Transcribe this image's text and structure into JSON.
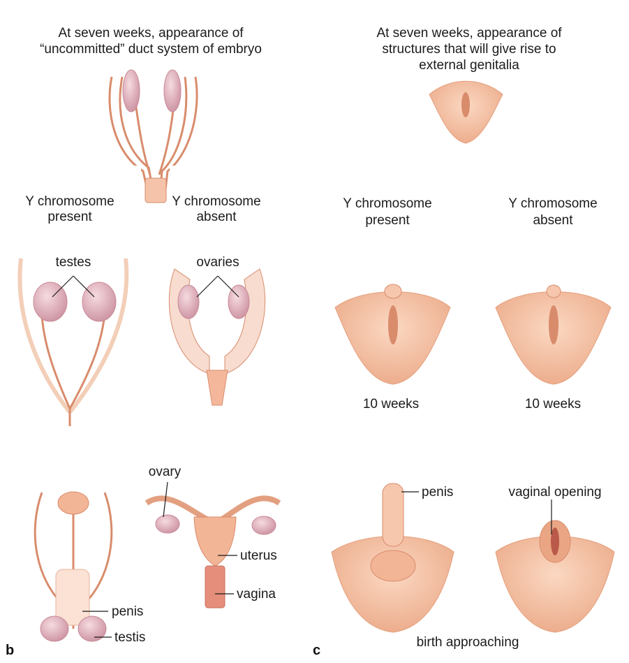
{
  "colors": {
    "background": "#a9cde9",
    "arrow": "#ffffff",
    "tissue": "#f2b596",
    "tissue_dark": "#d98c6c",
    "gonad": "#e9b9c3",
    "leader_line": "#1b1b1b"
  },
  "panel_b": {
    "letter": "b",
    "title_line1": "At seven weeks, appearance of",
    "title_line2": "“uncommitted” duct system of embryo",
    "left_branch_line1": "Y chromosome",
    "left_branch_line2": "present",
    "right_branch_line1": "Y chromosome",
    "right_branch_line2": "absent",
    "label_testes": "testes",
    "label_ovaries": "ovaries",
    "label_ovary": "ovary",
    "label_uterus": "uterus",
    "label_vagina": "vagina",
    "label_penis": "penis",
    "label_testis": "testis"
  },
  "panel_c": {
    "letter": "c",
    "title_line1": "At seven weeks, appearance of",
    "title_line2": "structures that will give rise to",
    "title_line3": "external genitalia",
    "left_branch_line1": "Y chromosome",
    "left_branch_line2": "present",
    "right_branch_line1": "Y chromosome",
    "right_branch_line2": "absent",
    "label_10_weeks_left": "10 weeks",
    "label_10_weeks_right": "10 weeks",
    "label_penis": "penis",
    "label_vaginal_opening": "vaginal opening",
    "label_birth": "birth approaching"
  }
}
